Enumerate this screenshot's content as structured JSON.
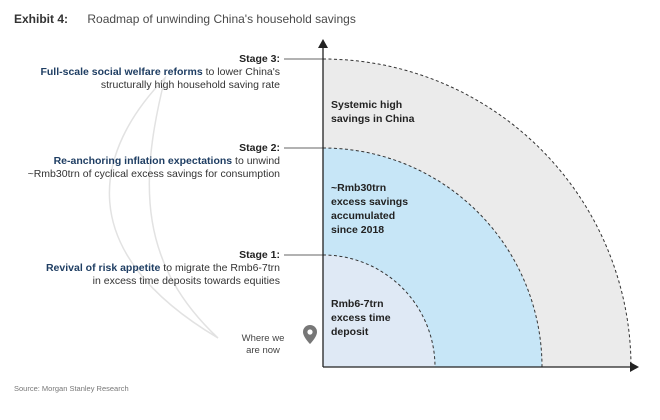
{
  "header": {
    "exhibit": "Exhibit 4:",
    "title": "Roadmap of unwinding China's household savings"
  },
  "stages": [
    {
      "label": "Stage 3:",
      "highlight": "Full-scale social welfare reforms",
      "rest_line1": "to lower China's",
      "line2": "structurally high household saving rate"
    },
    {
      "label": "Stage 2:",
      "highlight": "Re-anchoring inflation expectations",
      "rest_line1": "to unwind",
      "line2": "~Rmb30trn of cyclical excess savings for consumption"
    },
    {
      "label": "Stage 1:",
      "highlight": "Revival of risk appetite",
      "rest_line1": "to migrate the Rmb6-7trn",
      "line2": "in excess time deposits towards equities"
    }
  ],
  "regions": {
    "outer": [
      "Systemic high",
      "savings in China"
    ],
    "middle": [
      "~Rmb30trn",
      "excess savings",
      "accumulated",
      "since 2018"
    ],
    "inner": [
      "Rmb6-7trn",
      "excess time",
      "deposit"
    ]
  },
  "you_are_here": [
    "Where we",
    "are now"
  ],
  "source": "Source: Morgan Stanley Research",
  "colors": {
    "outer_fill": "#ebebeb",
    "middle_fill": "#c7e6f7",
    "inner_fill": "#dfe9f5",
    "highlight_text": "#1f3e63"
  }
}
